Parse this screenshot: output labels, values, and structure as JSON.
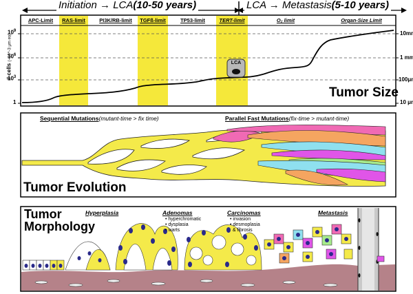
{
  "header": {
    "phase1": {
      "text": "Initiation → LCA",
      "bold": "(10-50 years)"
    },
    "phase2": {
      "text": "LCA → Metastasis",
      "bold": "(5-10 years)"
    }
  },
  "size_panel": {
    "limits": [
      "APC-Limit",
      "RAS-limit",
      "PI3K/RB-limit",
      "TGFß-limit",
      "TP53-limit",
      "TERT-limit",
      "O₂ limit",
      "Organ-Size Limit"
    ],
    "y_left_label": "# cells",
    "y_left_unit": "(~10^-3 μm ea)",
    "y_left_ticks": [
      {
        "base": "10",
        "exp": "9"
      },
      {
        "base": "10",
        "exp": "6"
      },
      {
        "base": "10",
        "exp": "3"
      },
      {
        "base": "1",
        "exp": ""
      }
    ],
    "y_right_ticks": [
      "10mm",
      "1 mm",
      "100μm",
      "10 μm"
    ],
    "lca_label": "LCA",
    "title": "Tumor Size",
    "colors": {
      "highlight": "#f5e83a",
      "curve": "#000000"
    }
  },
  "evolution_panel": {
    "sequential": {
      "label": "Sequential Mutations",
      "note": "(mutant-time > fix time)"
    },
    "parallel": {
      "label": "Parallel Fast Mutations",
      "note": "(fix-time > mutant-time)"
    },
    "title": "Tumor Evolution",
    "colors": {
      "yellow": "#f4ea4a",
      "white": "#ffffff",
      "pink": "#f06ab4",
      "cyan": "#8fe0ef",
      "orange": "#f5a560",
      "purple": "#e055e8",
      "green": "#a7eb8c"
    }
  },
  "morphology_panel": {
    "title_line1": "Tumor",
    "title_line2": "Morphology",
    "stages": [
      {
        "name": "Hyperplasia",
        "bullets": []
      },
      {
        "name": "Adenomas",
        "bullets": [
          "hyperchromatic",
          "dysplasia",
          "warts"
        ]
      },
      {
        "name": "Carcinomas",
        "bullets": [
          "invasion",
          "desmoplasia",
          "& fibrosis"
        ]
      },
      {
        "name": "Metastasis",
        "bullets": []
      }
    ],
    "colors": {
      "stroma": "#b58289",
      "nucleus": "#2a2a8a",
      "vessel": "#c9c9c9"
    }
  }
}
